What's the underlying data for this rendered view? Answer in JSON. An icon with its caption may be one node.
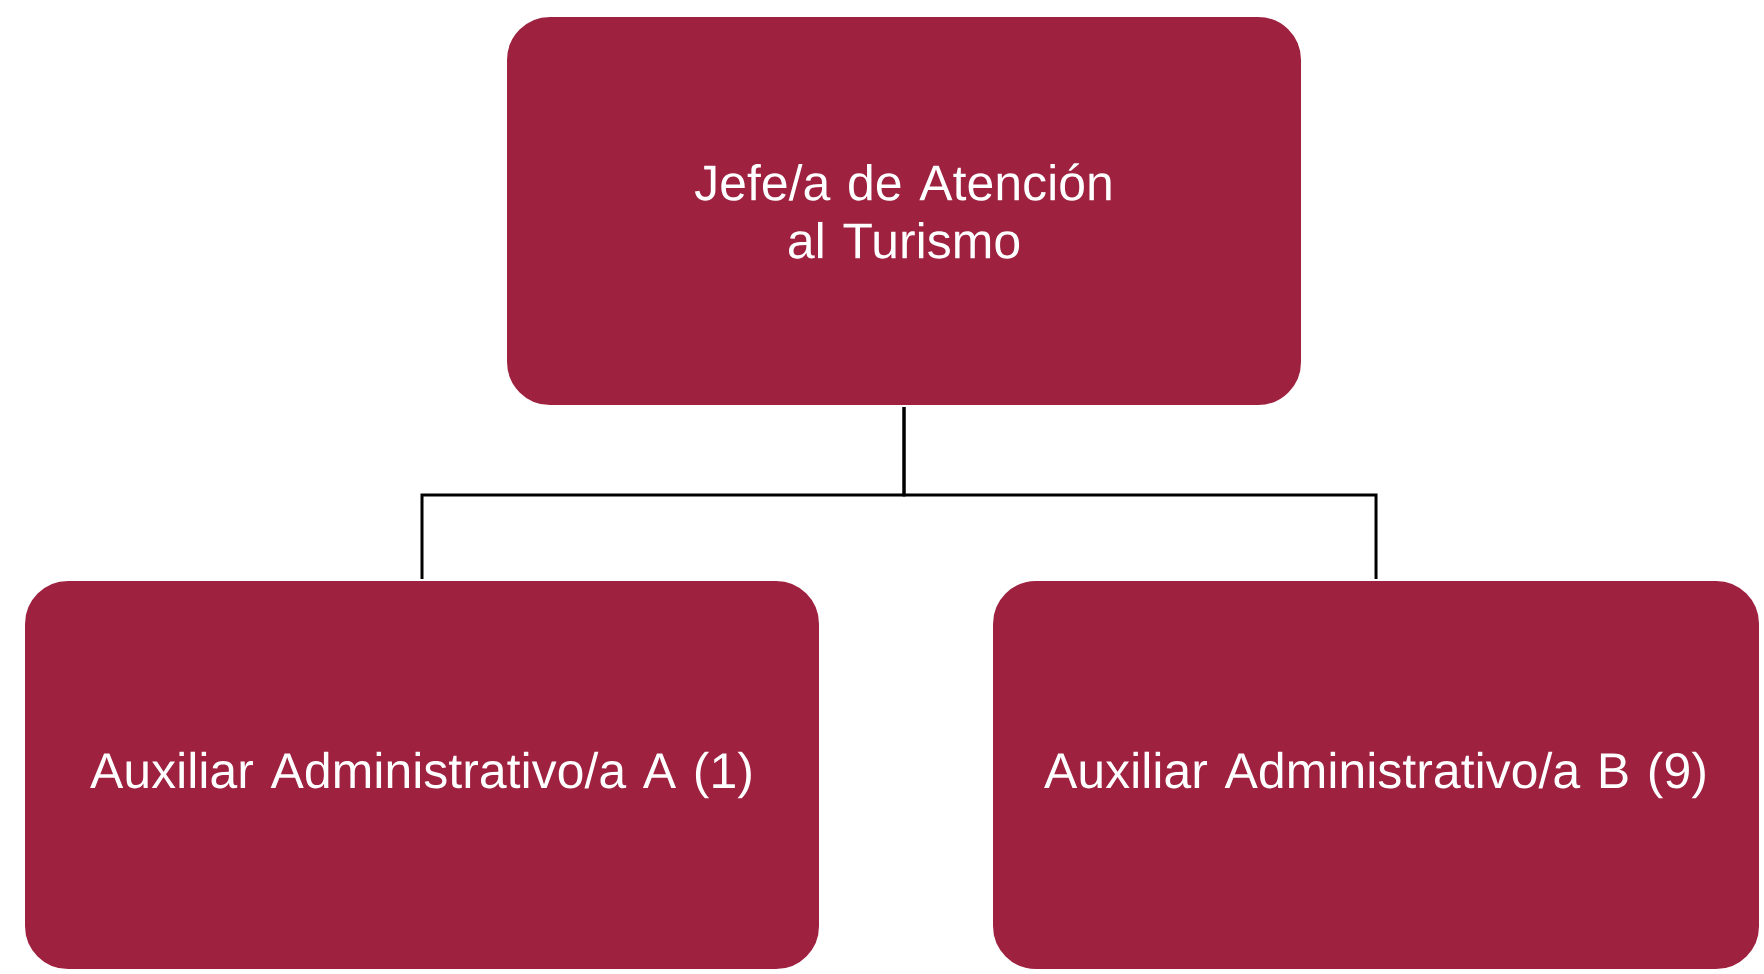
{
  "diagram": {
    "nodes": [
      {
        "text": [
          "Jefe/a de Atención al Turismo"
        ]
      },
      {
        "text": [
          "Auxiliar Administrativo/a A (1)"
        ]
      },
      {
        "text": [
          "Auxiliar Administrativo/a B (9)"
        ]
      }
    ],
    "edges": [
      {
        "from": 0,
        "to": 1,
        "arrow": "none"
      },
      {
        "from": 0,
        "to": 2,
        "arrow": "none"
      }
    ]
  }
}
